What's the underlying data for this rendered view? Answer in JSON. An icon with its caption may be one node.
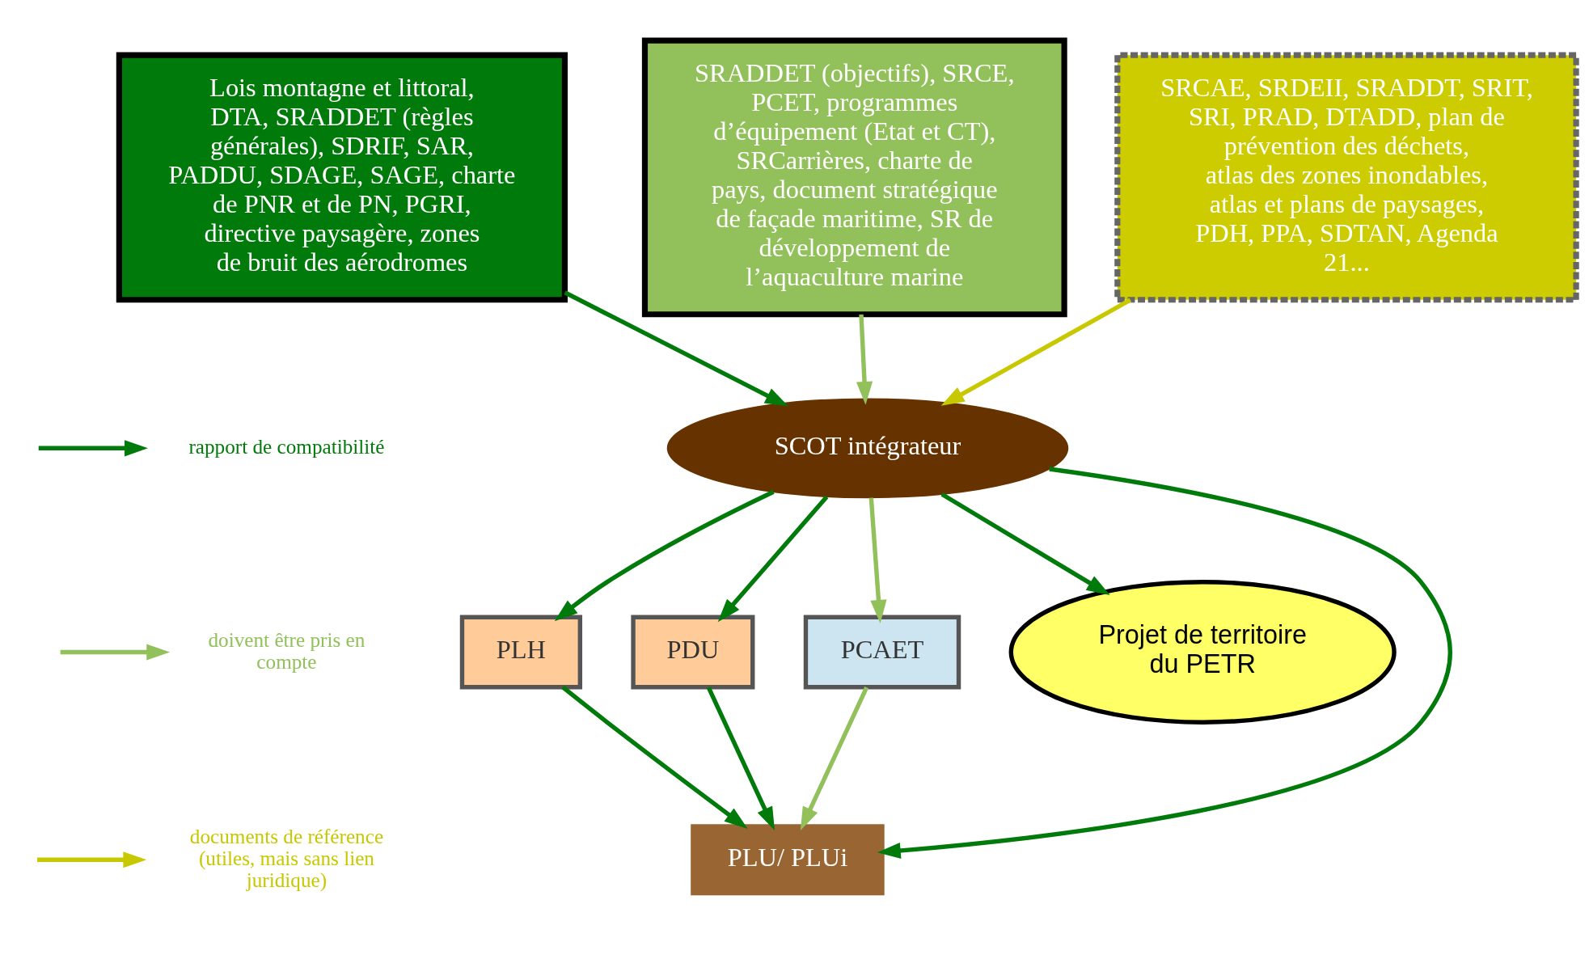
{
  "diagram": {
    "nodes": [
      {
        "text": [
          "Lois montagne et littoral, DTA, SRADDET (règles générales), SDRIF, SAR, PADDU, SDAGE, SAGE, charte de PNR et de PN, PGRI, directive paysagère, zones de bruit des aérodromes"
        ]
      },
      {
        "text": [
          "SRADDET (objectifs), SRCE, PCET, programmes d’équipement (Etat et CT), SRCarrières, charte de pays, document stratégique de façade maritime, SR de développement de l’aquaculture marine"
        ]
      },
      {
        "text": [
          "SRCAE, SRDEII, SRADDT, SRIT, SRI, PRAD, DTADD, plan de prévention des déchets, atlas des zones inondables, atlas et plans de paysages, PDH, PPA, SDTAN, Agenda 21..."
        ]
      },
      {
        "text": [
          "SCOT intégrateur"
        ]
      },
      {
        "text": [
          "PLH"
        ]
      },
      {
        "text": [
          "PDU"
        ]
      },
      {
        "text": [
          "PCAET"
        ]
      },
      {
        "text": [
          "Projet de territoire du PETR"
        ]
      },
      {
        "text": [
          "PLU/ PLUi"
        ]
      }
    ],
    "edges": [
      {
        "from": 0,
        "to": 3,
        "arrow": "to"
      },
      {
        "from": 1,
        "to": 3,
        "arrow": "to",
        "color": "#92c05a"
      },
      {
        "from": 2,
        "to": 3,
        "arrow": "to",
        "color": "#c8c800"
      },
      {
        "from": 3,
        "to": 4,
        "arrow": "to"
      },
      {
        "from": 3,
        "to": 5,
        "arrow": "to"
      },
      {
        "from": 3,
        "to": 8,
        "arrow": "to"
      },
      {
        "from": 3,
        "to": 6,
        "arrow": "to",
        "color": "#92c05a"
      },
      {
        "from": 3,
        "to": 7,
        "arrow": "to"
      },
      {
        "from": 4,
        "to": 8,
        "arrow": "to"
      },
      {
        "from": 5,
        "to": 8,
        "arrow": "to"
      },
      {
        "from": 6,
        "to": 8,
        "arrow": "to",
        "color": "#92c05a"
      }
    ],
    "legend": [
      {
        "text": "rapport de compatibilité",
        "color": "#007a0a"
      },
      {
        "text": "doivent être pris en compte",
        "color": "#92c05a"
      },
      {
        "text": "documents de référence (utiles, mais sans lien juridique)",
        "color": "#c8c800"
      }
    ]
  }
}
